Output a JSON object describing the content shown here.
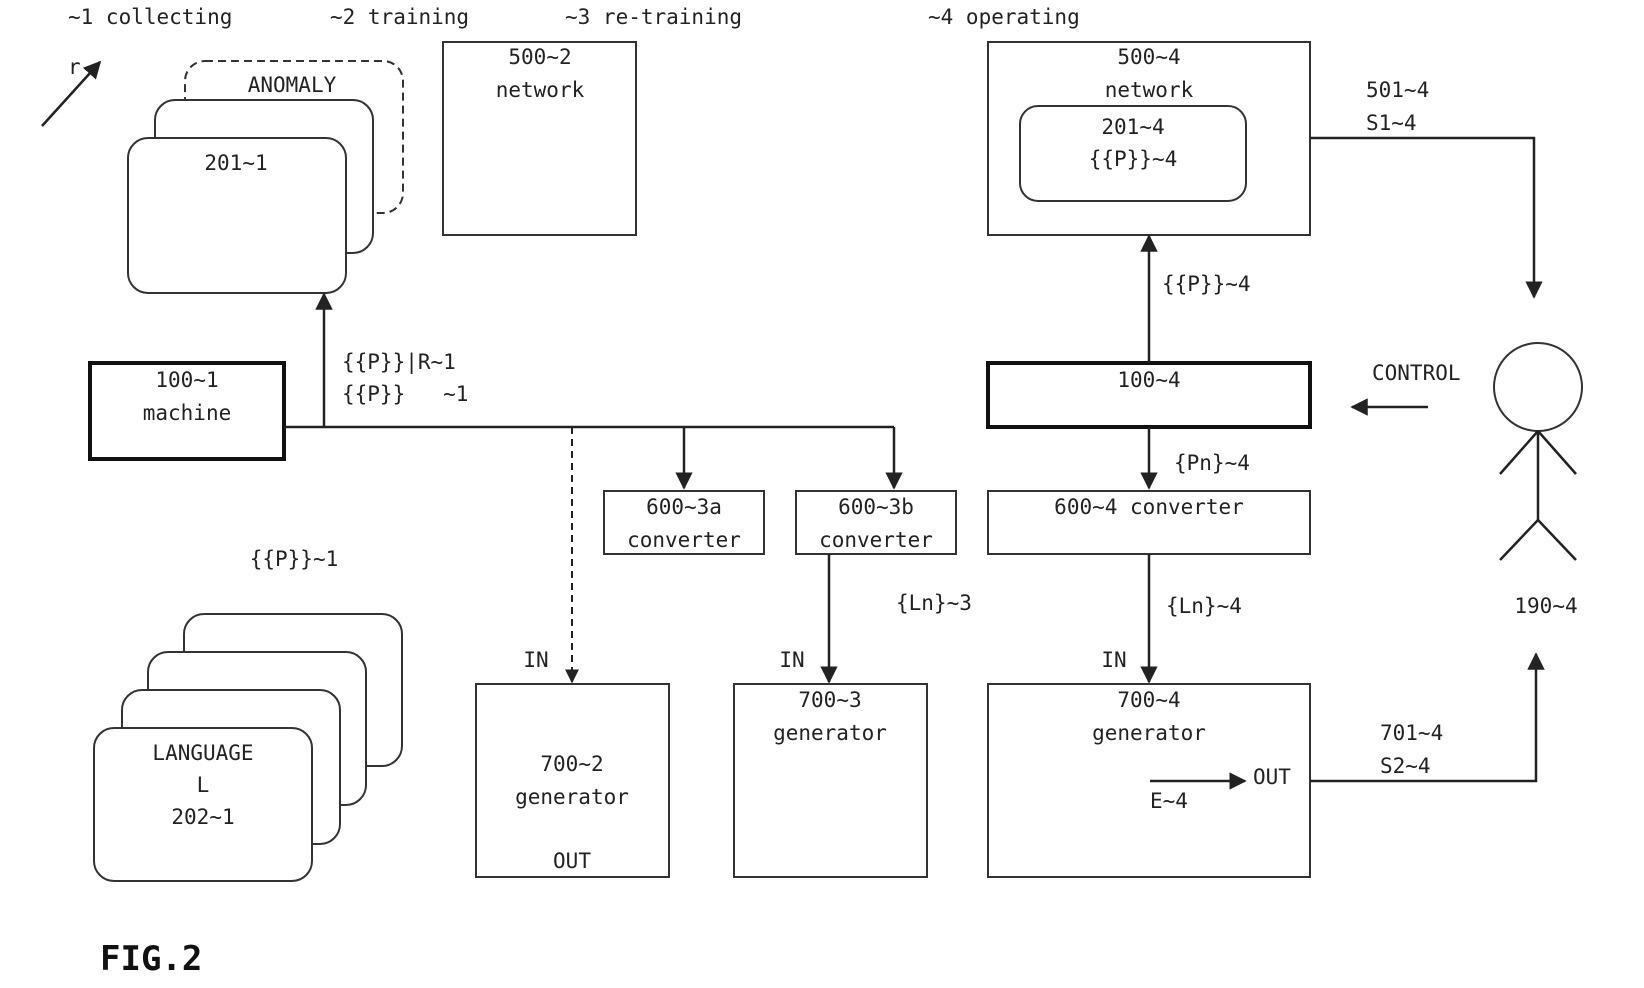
{
  "phases": {
    "collecting": "~1 collecting",
    "training": "~2 training",
    "retraining": "~3 re-training",
    "operating": "~4 operating"
  },
  "r_label": "r",
  "anomaly": "ANOMALY",
  "data_201_1": "201~1",
  "network_500_2": {
    "id": "500~2",
    "name": "network"
  },
  "network_500_4": {
    "id": "500~4",
    "name": "network",
    "inner_id": "201~4",
    "inner_p": "{{P}}~4"
  },
  "signal_501_4": "501~4",
  "signal_s1_4": "S1~4",
  "machine_100_1": {
    "id": "100~1",
    "name": "machine"
  },
  "p_r_1": "{{P}}|R~1",
  "p_1": "{{P}}   ~1",
  "p_1_lower": "{{P}}~1",
  "p_4_up": "{{P}}~4",
  "machine_100_4": "100~4",
  "control": "CONTROL",
  "pn_4": "{Pn}~4",
  "conv_600_3a": {
    "id": "600~3a",
    "name": "converter"
  },
  "conv_600_3b": {
    "id": "600~3b",
    "name": "converter"
  },
  "conv_600_4": "600~4 converter",
  "ln_3": "{Ln}~3",
  "ln_4": "{Ln}~4",
  "operator_id": "190~4",
  "language": {
    "title": "LANGUAGE",
    "symbol": "L",
    "id": "202~1"
  },
  "gen_700_2": {
    "in": "IN",
    "id": "700~2",
    "name": "generator",
    "out": "OUT"
  },
  "gen_700_3": {
    "in": "IN",
    "id": "700~3",
    "name": "generator"
  },
  "gen_700_4": {
    "in": "IN",
    "id": "700~4",
    "name": "generator",
    "out": "OUT",
    "e": "E~4"
  },
  "signal_701_4": "701~4",
  "signal_s2_4": "S2~4",
  "fig_label": "FIG.2"
}
